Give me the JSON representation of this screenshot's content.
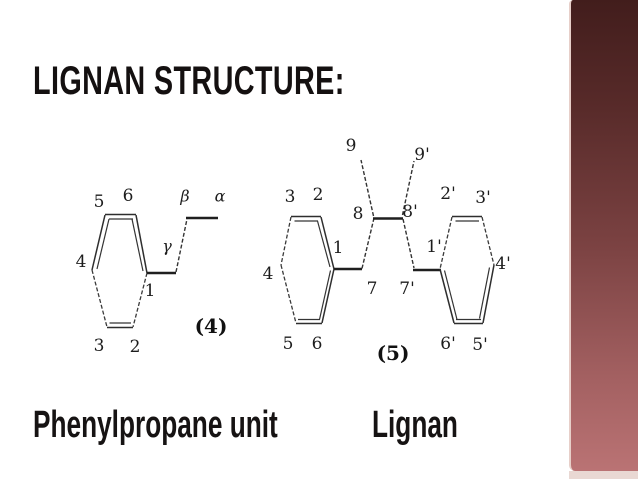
{
  "slide": {
    "title": "LIGNAN STRUCTURE:",
    "caption_left": "Phenylpropane unit",
    "caption_right": "Lignan"
  },
  "figures": {
    "phenylpropane": {
      "figure_number": "(4)",
      "atoms": {
        "c5": "5",
        "c6": "6",
        "beta": "β",
        "alpha": "α",
        "c4": "4",
        "gamma": "γ",
        "c1": "1",
        "c3": "3",
        "c2": "2"
      }
    },
    "lignan": {
      "figure_number": "(5)",
      "atoms": {
        "c9": "9",
        "c9p": "9'",
        "c3": "3",
        "c2": "2",
        "c8": "8",
        "c8p": "8'",
        "c2p": "2'",
        "c3p": "3'",
        "c1": "1",
        "c1p": "1'",
        "c4": "4",
        "c4p": "4'",
        "c7": "7",
        "c7p": "7'",
        "c5": "5",
        "c6": "6",
        "c6p": "6'",
        "c5p": "5'"
      }
    }
  },
  "colors": {
    "background": "#ffffff",
    "text_ink": "#141010",
    "bond_ink": "#2e2e2e",
    "sidebar_gradient_top": "#421d1c",
    "sidebar_gradient_bottom": "#ba7374",
    "sidebar_edge_highlight": "#e7cfc9"
  }
}
